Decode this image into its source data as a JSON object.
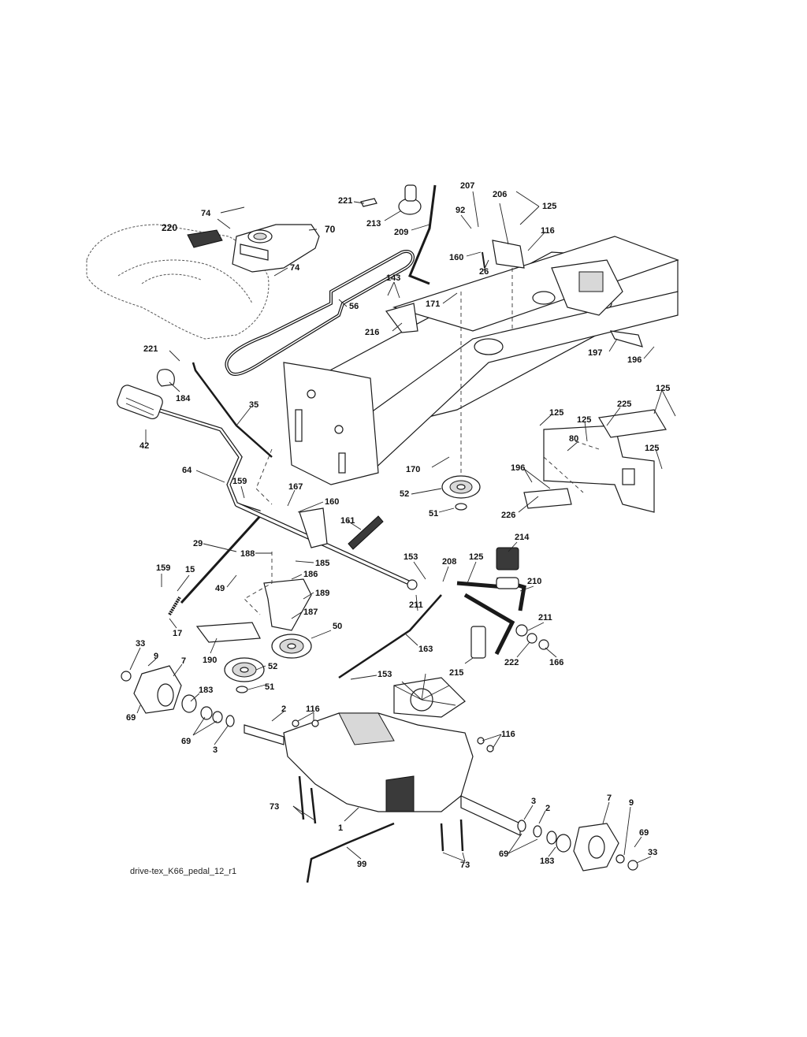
{
  "diagram_id": "drive-tex_K66_pedal_12_r1",
  "callouts": [
    {
      "label": "221"
    },
    {
      "label": "74"
    },
    {
      "label": "220"
    },
    {
      "label": "70"
    },
    {
      "label": "74"
    },
    {
      "label": "213"
    },
    {
      "label": "209"
    },
    {
      "label": "207"
    },
    {
      "label": "92"
    },
    {
      "label": "206"
    },
    {
      "label": "125"
    },
    {
      "label": "116"
    },
    {
      "label": "160"
    },
    {
      "label": "26"
    },
    {
      "label": "56"
    },
    {
      "label": "143"
    },
    {
      "label": "171"
    },
    {
      "label": "216"
    },
    {
      "label": "197"
    },
    {
      "label": "196"
    },
    {
      "label": "221"
    },
    {
      "label": "184"
    },
    {
      "label": "35"
    },
    {
      "label": "42"
    },
    {
      "label": "125"
    },
    {
      "label": "125"
    },
    {
      "label": "225"
    },
    {
      "label": "125"
    },
    {
      "label": "80"
    },
    {
      "label": "125"
    },
    {
      "label": "196"
    },
    {
      "label": "226"
    },
    {
      "label": "170"
    },
    {
      "label": "52"
    },
    {
      "label": "51"
    },
    {
      "label": "64"
    },
    {
      "label": "159"
    },
    {
      "label": "167"
    },
    {
      "label": "160"
    },
    {
      "label": "161"
    },
    {
      "label": "29"
    },
    {
      "label": "188"
    },
    {
      "label": "185"
    },
    {
      "label": "186"
    },
    {
      "label": "189"
    },
    {
      "label": "49"
    },
    {
      "label": "187"
    },
    {
      "label": "159"
    },
    {
      "label": "15"
    },
    {
      "label": "17"
    },
    {
      "label": "153"
    },
    {
      "label": "208"
    },
    {
      "label": "125"
    },
    {
      "label": "214"
    },
    {
      "label": "210"
    },
    {
      "label": "211"
    },
    {
      "label": "211"
    },
    {
      "label": "222"
    },
    {
      "label": "166"
    },
    {
      "label": "163"
    },
    {
      "label": "215"
    },
    {
      "label": "153"
    },
    {
      "label": "50"
    },
    {
      "label": "190"
    },
    {
      "label": "52"
    },
    {
      "label": "51"
    },
    {
      "label": "33"
    },
    {
      "label": "9"
    },
    {
      "label": "7"
    },
    {
      "label": "69"
    },
    {
      "label": "183"
    },
    {
      "label": "69"
    },
    {
      "label": "3"
    },
    {
      "label": "2"
    },
    {
      "label": "116"
    },
    {
      "label": "116"
    },
    {
      "label": "73"
    },
    {
      "label": "1"
    },
    {
      "label": "3"
    },
    {
      "label": "2"
    },
    {
      "label": "7"
    },
    {
      "label": "9"
    },
    {
      "label": "69"
    },
    {
      "label": "33"
    },
    {
      "label": "69"
    },
    {
      "label": "183"
    },
    {
      "label": "73"
    },
    {
      "label": "99"
    }
  ]
}
